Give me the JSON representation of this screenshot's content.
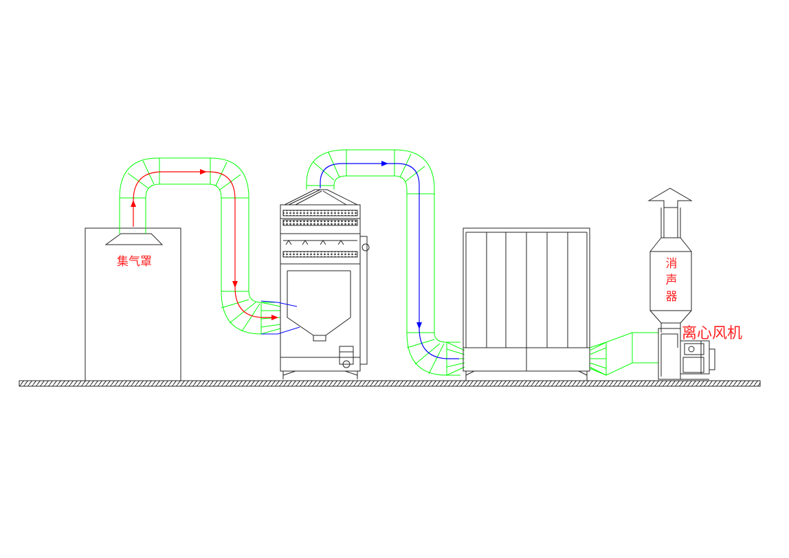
{
  "labels": {
    "hood": "集气罩",
    "fan": "离心风机",
    "silencer": "消声器"
  },
  "colors": {
    "outline": "#222222",
    "duct": "#00ff00",
    "flow_dirty": "#ff0000",
    "flow_clean": "#0000ff",
    "label": "#ff2020"
  }
}
